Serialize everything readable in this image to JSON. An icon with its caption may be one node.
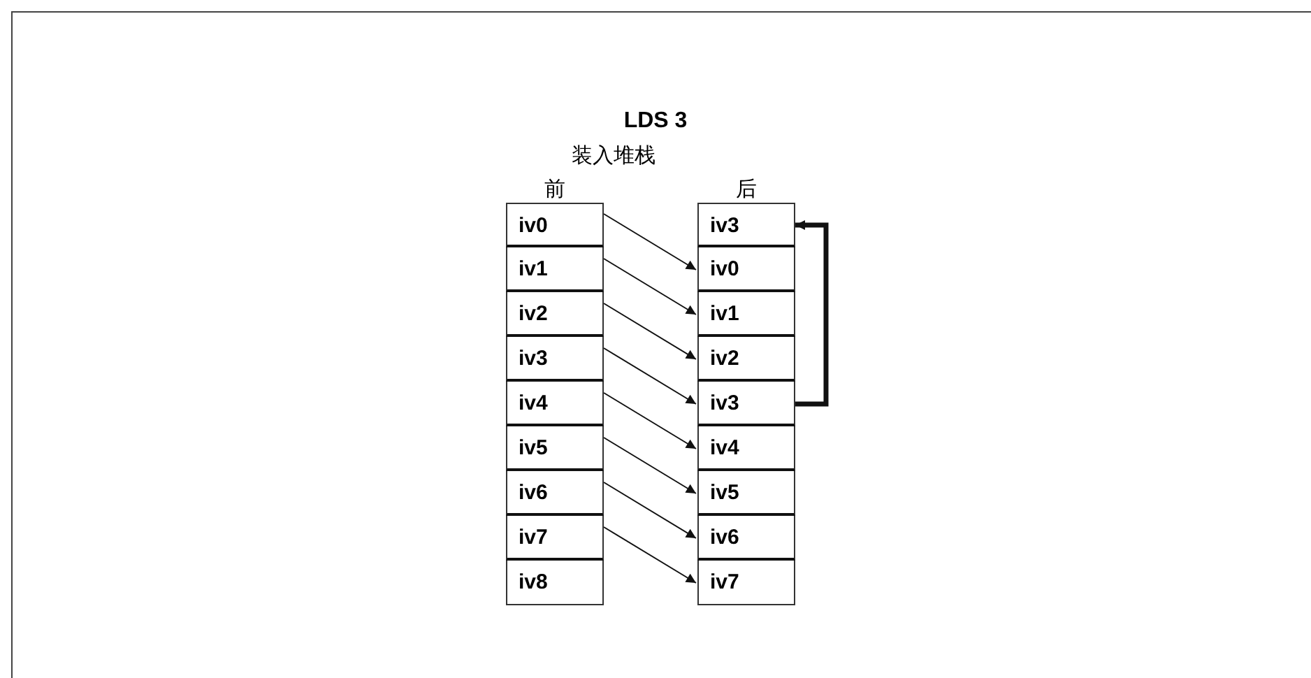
{
  "diagram": {
    "title": "LDS 3",
    "nodes": [
      {
        "text": [
          "前"
        ]
      },
      {
        "text": [
          "iv0"
        ],
        "in": 0
      },
      {
        "text": [
          "iv1"
        ],
        "in": 0
      },
      {
        "text": [
          "iv2"
        ],
        "in": 0
      },
      {
        "text": [
          "iv3"
        ],
        "in": 0
      },
      {
        "text": [
          "iv4"
        ],
        "in": 0
      },
      {
        "text": [
          "iv5"
        ],
        "in": 0
      },
      {
        "text": [
          "iv6"
        ],
        "in": 0
      },
      {
        "text": [
          "iv7"
        ],
        "in": 0
      },
      {
        "text": [
          "iv8"
        ],
        "in": 0
      },
      {
        "text": [
          "后"
        ]
      },
      {
        "text": [
          "iv3"
        ],
        "in": 10
      },
      {
        "text": [
          "iv0"
        ],
        "in": 10
      },
      {
        "text": [
          "iv1"
        ],
        "in": 10
      },
      {
        "text": [
          "iv2"
        ],
        "in": 10
      },
      {
        "text": [
          "iv3"
        ],
        "in": 10
      },
      {
        "text": [
          "iv4"
        ],
        "in": 10
      },
      {
        "text": [
          "iv5"
        ],
        "in": 10
      },
      {
        "text": [
          "iv6"
        ],
        "in": 10
      },
      {
        "text": [
          "iv7"
        ],
        "in": 10
      }
    ],
    "edges": [
      {
        "from": 1,
        "to": 12,
        "arrow": "to"
      },
      {
        "from": 2,
        "to": 13,
        "arrow": "to"
      },
      {
        "from": 3,
        "to": 14,
        "arrow": "to"
      },
      {
        "from": 4,
        "to": 15,
        "arrow": "to"
      },
      {
        "from": 5,
        "to": 16,
        "arrow": "to"
      },
      {
        "from": 6,
        "to": 17,
        "arrow": "to"
      },
      {
        "from": 7,
        "to": 18,
        "arrow": "to"
      },
      {
        "from": 8,
        "to": 19,
        "arrow": "to"
      },
      {
        "from": 15,
        "to": 11,
        "arrow": "to",
        "style": "thick"
      }
    ],
    "labels": [
      "装入堆栈"
    ]
  }
}
